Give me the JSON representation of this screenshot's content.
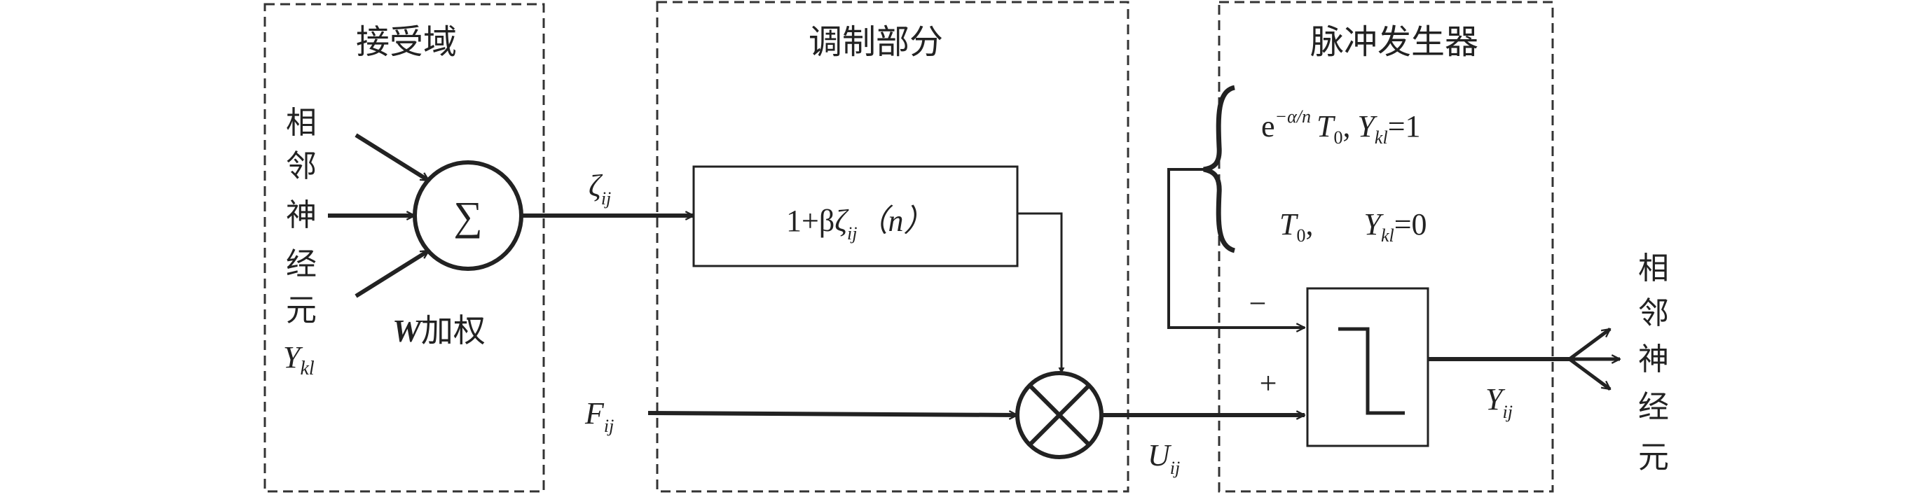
{
  "regions": {
    "receptive_field": "接受域",
    "modulation": "调制部分",
    "pulse_generator": "脉冲发生器"
  },
  "inputs": {
    "neighbors_chars": [
      "相",
      "邻",
      "神",
      "经",
      "元"
    ],
    "neighbors_symbol": "Y",
    "neighbors_subscript": "kl",
    "sum_symbol": "∑",
    "weighting_symbol": "W",
    "weighting_text": "加权"
  },
  "signals": {
    "zeta_symbol": "ζ",
    "zeta_subscript": "ij",
    "feeding_symbol": "F",
    "feeding_subscript": "ij",
    "internal_symbol": "U",
    "internal_subscript": "ij",
    "output_symbol": "Y",
    "output_subscript": "ij"
  },
  "modulation_box": {
    "prefix": "1+β",
    "symbol": "ζ",
    "subscript": "ij",
    "argument": "（n）"
  },
  "threshold": {
    "case1_base": "e",
    "case1_exp": "−α/n",
    "case1_T": "T",
    "case1_T_sub": "0",
    "case1_sep": ",",
    "case1_Y": "Y",
    "case1_Y_sub": "kl",
    "case1_value": "=1",
    "case2_T": "T",
    "case2_T_sub": "0",
    "case2_sep": ",",
    "case2_Y": "Y",
    "case2_Y_sub": "kl",
    "case2_value": "=0",
    "minus_sign": "−",
    "plus_sign": "+"
  },
  "outputs": {
    "neighbors_chars": [
      "相",
      "邻",
      "神",
      "经",
      "元"
    ]
  }
}
